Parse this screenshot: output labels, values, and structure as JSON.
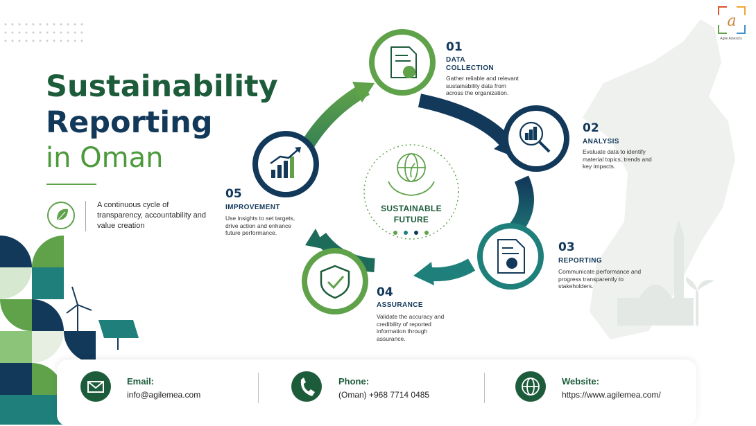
{
  "title": {
    "line1": "Sustainability",
    "line2": "Reporting",
    "line3": "in Oman"
  },
  "tagline": "A continuous cycle of transparency, accountability and value creation",
  "center": {
    "label_line1": "SUSTAINABLE",
    "label_line2": "FUTURE"
  },
  "steps": [
    {
      "number": "01",
      "title_line1": "DATA",
      "title_line2": "COLLECTION",
      "description": "Gather reliable and relevant sustainability data from across the organization.",
      "icon": "document-leaf-icon"
    },
    {
      "number": "02",
      "title_line1": "ANALYSIS",
      "title_line2": "",
      "description": "Evaluate data to identify material topics, trends and key impacts.",
      "icon": "magnifier-chart-icon"
    },
    {
      "number": "03",
      "title_line1": "REPORTING",
      "title_line2": "",
      "description": "Communicate performance and progress transparently to stakeholders.",
      "icon": "report-pie-icon"
    },
    {
      "number": "04",
      "title_line1": "ASSURANCE",
      "title_line2": "",
      "description": "Validate the accuracy and credibility of reported information through assurance.",
      "icon": "shield-check-icon"
    },
    {
      "number": "05",
      "title_line1": "IMPROVEMENT",
      "title_line2": "",
      "description": "Use insights to set targets, drive action and enhance future performance.",
      "icon": "growth-chart-icon"
    }
  ],
  "contact": {
    "email": {
      "label": "Email:",
      "value": "info@agilemea.com",
      "icon": "mail-icon"
    },
    "phone": {
      "label": "Phone:",
      "value": "(Oman) +968 7714 0485",
      "icon": "phone-icon"
    },
    "website": {
      "label": "Website:",
      "value": "https://www.agilemea.com/",
      "icon": "globe-icon"
    }
  },
  "logo": {
    "letter": "a",
    "subtitle": "Agile Advisory"
  },
  "colors": {
    "dark_green": "#1d5c3a",
    "navy": "#12385a",
    "light_green": "#5fa24a",
    "teal": "#1f7f7a"
  }
}
